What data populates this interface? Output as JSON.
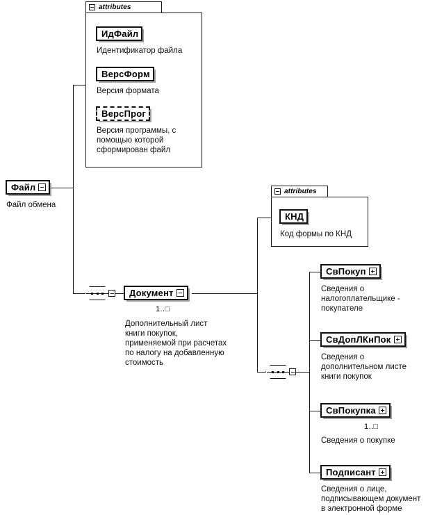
{
  "diagram": {
    "title": "XML Schema structure diagram",
    "language": "ru",
    "root": {
      "name": "Файл",
      "description": "Файл обмена",
      "expander": "minus-expander-icon"
    },
    "file_attributes": {
      "tab_label": "attributes",
      "tab_icon": "minus-expander-icon",
      "items": [
        {
          "name": "ИдФайл",
          "description": "Идентификатор файла",
          "optional": false
        },
        {
          "name": "ВерсФорм",
          "description": "Версия формата",
          "optional": false
        },
        {
          "name": "ВерсПрог",
          "description": "Версия программы, с\nпомощью которой\nсформирован файл",
          "optional": true
        }
      ]
    },
    "sequence_root": {
      "icon": "sequence-compositor-icon",
      "expander": "minus-expander-icon"
    },
    "document": {
      "name": "Документ",
      "cardinality": "1..□",
      "description": "Дополнительный лист\nкниги покупок,\nприменяемой при расчетах\nпо налогу на добавленную\nстоимость",
      "expander": "minus-expander-icon"
    },
    "document_attributes": {
      "tab_label": "attributes",
      "tab_icon": "minus-expander-icon",
      "items": [
        {
          "name": "КНД",
          "description": "Код формы по КНД",
          "optional": false
        }
      ]
    },
    "sequence_document": {
      "icon": "sequence-compositor-icon",
      "expander": "minus-expander-icon"
    },
    "children": [
      {
        "name": "СвПокуп",
        "cardinality": "",
        "description": "Сведения о\nналогоплательщике -\nпокупателе",
        "expander": "plus-expander-icon"
      },
      {
        "name": "СвДопЛКнПок",
        "cardinality": "",
        "description": "Сведения о\nдополнительном листе\nкниги покупок",
        "expander": "plus-expander-icon"
      },
      {
        "name": "СвПокупка",
        "cardinality": "1..□",
        "description": "Сведения о покупке",
        "expander": "plus-expander-icon"
      },
      {
        "name": "Подписант",
        "cardinality": "",
        "description": "Сведения о лице,\nподписывающем документ\nв электронной форме",
        "expander": "plus-expander-icon"
      }
    ]
  },
  "colors": {
    "line": "#1a1a1a",
    "box_border": "#111111",
    "background": "#ffffff",
    "shadow": "#5a5a5a"
  }
}
